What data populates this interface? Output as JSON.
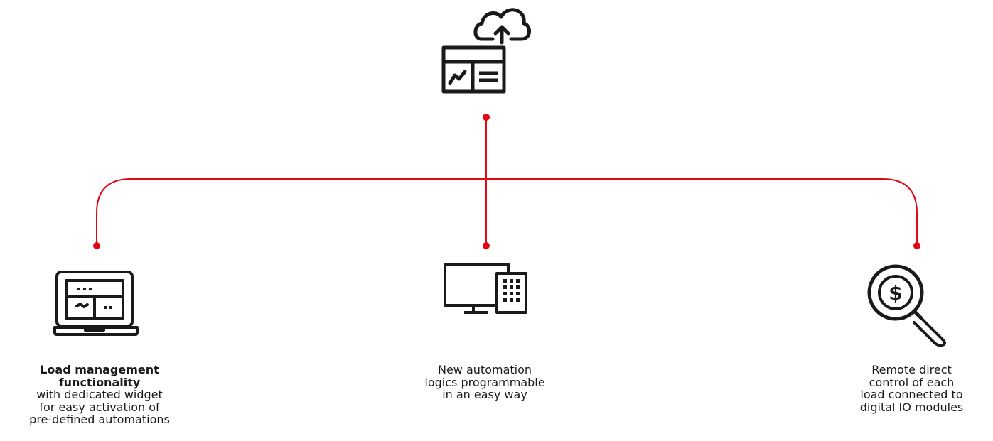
{
  "colors": {
    "connector": "#e30613",
    "icon": "#1a1a1a"
  },
  "icons": {
    "top": [
      "cloud-upload-icon",
      "dashboard-panel-icon"
    ],
    "left": "laptop-dashboard-icon",
    "center": "desktop-keypad-icon",
    "right": "magnifier-dollar-icon"
  },
  "nodes": {
    "left": {
      "title_lines": [
        "Load management",
        "functionality"
      ],
      "text_lines": [
        "with dedicated widget",
        "for easy activation of",
        "pre-defined automations"
      ]
    },
    "center": {
      "text_lines": [
        "New automation",
        "logics programmable",
        "in an easy way"
      ]
    },
    "right": {
      "text_lines": [
        "Remote direct",
        "control of each",
        "load connected to",
        "digital IO modules"
      ]
    }
  }
}
